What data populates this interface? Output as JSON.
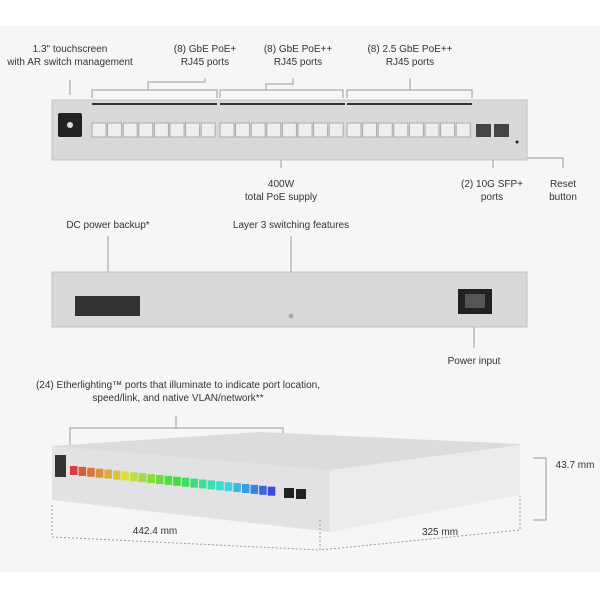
{
  "front": {
    "touchscreen": [
      "1.3\" touchscreen",
      "with AR switch management"
    ],
    "group1": [
      "(8) GbE PoE+",
      "RJ45 ports"
    ],
    "group2": [
      "(8) GbE PoE++",
      "RJ45 ports"
    ],
    "group3": [
      "(8) 2.5 GbE PoE++",
      "RJ45 ports"
    ],
    "poe": [
      "400W",
      "total PoE supply"
    ],
    "sfp": [
      "(2) 10G SFP+",
      "ports"
    ],
    "reset": [
      "Reset",
      "button"
    ]
  },
  "rear": {
    "dc": "DC power backup*",
    "layer3": "Layer 3 switching features",
    "power": "Power input"
  },
  "perspective": {
    "etherlighting": [
      "(24) Etherlighting™ ports that illuminate to indicate port location,",
      "speed/link, and native VLAN/network**"
    ],
    "width": "442.4 mm",
    "depth": "325 mm",
    "height": "43.7 mm"
  },
  "colors": {
    "chassis": "#d8d8da",
    "port": "#eeeeee",
    "line": "#9a9a9a"
  }
}
